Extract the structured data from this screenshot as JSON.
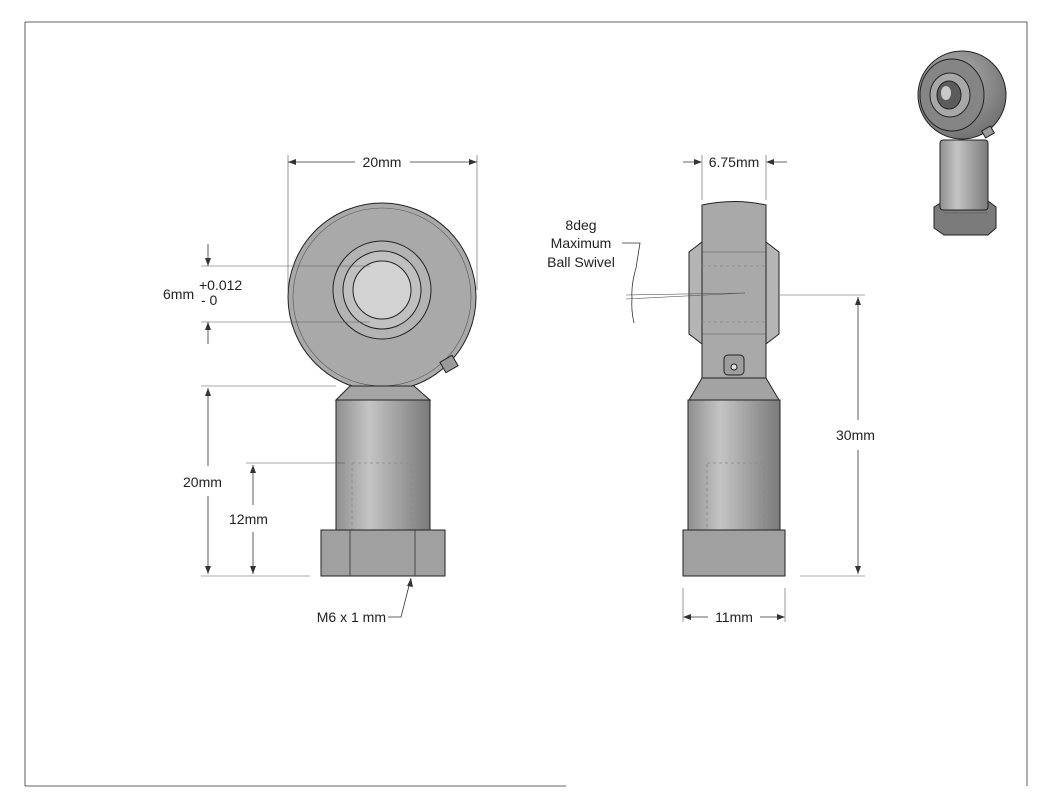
{
  "views": {
    "front": {
      "dim_width": "20mm",
      "dim_bore": "6mm",
      "dim_tol_plus": "+0.012",
      "dim_tol_minus": "- 0",
      "dim_shank": "20mm",
      "dim_thread_depth": "12mm",
      "thread_callout": "M6 x 1 mm"
    },
    "side": {
      "dim_ball_width": "6.75mm",
      "swivel_line1": "8deg",
      "swivel_line2": "Maximum",
      "swivel_line3": "Ball Swivel",
      "dim_center_height": "30mm",
      "dim_hex": "11mm"
    }
  },
  "colors": {
    "part_fill": "#a9a9a9",
    "part_fill_light": "#bdbdbd",
    "part_fill_dark": "#8e8e8e",
    "line": "#333333",
    "background": "#ffffff"
  }
}
